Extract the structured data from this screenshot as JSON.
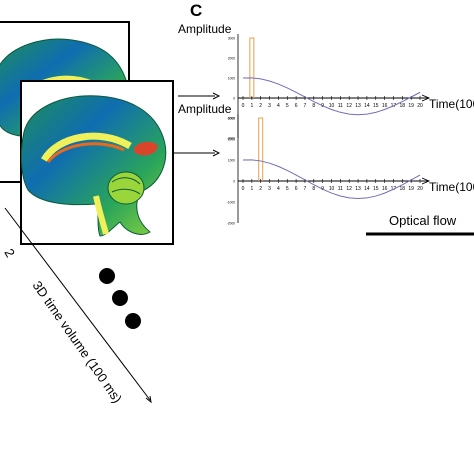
{
  "panel_label": "C",
  "brain_stack": {
    "frame_index_label": "2",
    "axis_label": "3D time volume (100 ms)",
    "ellipsis_dot_count": 3,
    "frame_count": 2
  },
  "optical_flow_label": "Optical flow",
  "colors": {
    "sinewave": "#6f6fb8",
    "pulse": "#e6a24a",
    "axis": "#000000",
    "activation": "#d9452b",
    "brain_dark": "#0b6f4a",
    "brain_light": "#f0f05a"
  },
  "chart_data": [
    {
      "type": "line",
      "ylabel": "Amplitude",
      "xlabel": "Time(100",
      "ytick_labels": [
        "3000",
        "2000",
        "1000",
        "0",
        "-1000",
        "-2000"
      ],
      "xtick_labels": [
        "0",
        "1",
        "2",
        "3",
        "4",
        "5",
        "6",
        "7",
        "8",
        "9",
        "10",
        "11",
        "12",
        "13",
        "14",
        "15",
        "16",
        "17",
        "18",
        "19",
        "20"
      ],
      "ylim": [
        -2000,
        3000
      ],
      "xlim": [
        0,
        20
      ],
      "series": [
        {
          "kind": "pulse",
          "x": [
            1
          ],
          "values": [
            3000
          ]
        },
        {
          "kind": "wave",
          "x": [
            0,
            1,
            2,
            3,
            4,
            5,
            6,
            7,
            8,
            9,
            10,
            11,
            12,
            13,
            14,
            15,
            16,
            17,
            18,
            19,
            20
          ],
          "values": [
            1000,
            1008,
            955,
            849,
            696,
            504,
            285,
            54,
            -176,
            -391,
            -574,
            -715,
            -804,
            -835,
            -806,
            -717,
            -576,
            -394,
            -180,
            50,
            281
          ]
        }
      ]
    },
    {
      "type": "line",
      "ylabel": "Amplitude",
      "xlabel": "Time(100",
      "ytick_labels": [
        "3000",
        "2000",
        "1000",
        "0",
        "-1000",
        "-2000"
      ],
      "xtick_labels": [
        "0",
        "1",
        "2",
        "3",
        "4",
        "5",
        "6",
        "7",
        "8",
        "9",
        "10",
        "11",
        "12",
        "13",
        "14",
        "15",
        "16",
        "17",
        "18",
        "19",
        "20"
      ],
      "ylim": [
        -2000,
        3000
      ],
      "xlim": [
        0,
        20
      ],
      "series": [
        {
          "kind": "pulse",
          "x": [
            2
          ],
          "values": [
            3000
          ]
        },
        {
          "kind": "wave",
          "x": [
            0,
            1,
            2,
            3,
            4,
            5,
            6,
            7,
            8,
            9,
            10,
            11,
            12,
            13,
            14,
            15,
            16,
            17,
            18,
            19,
            20
          ],
          "values": [
            1000,
            1008,
            955,
            849,
            696,
            504,
            285,
            54,
            -176,
            -391,
            -574,
            -715,
            -804,
            -835,
            -806,
            -717,
            -576,
            -394,
            -180,
            50,
            281
          ]
        }
      ]
    }
  ]
}
